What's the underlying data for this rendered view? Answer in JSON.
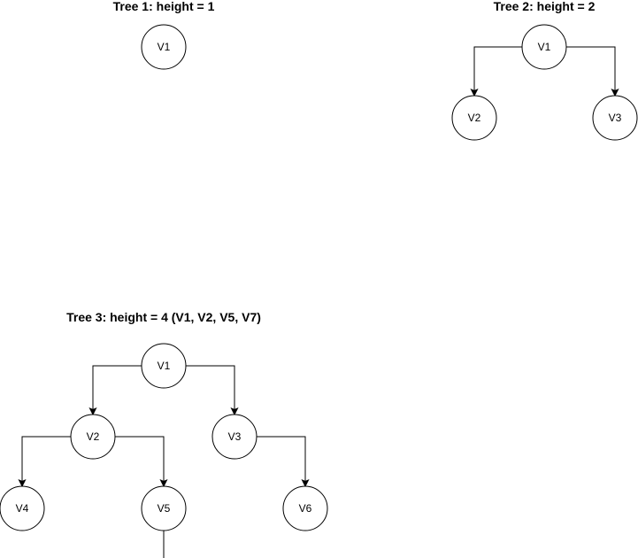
{
  "trees": [
    {
      "id": "tree1",
      "title": "Tree 1: height = 1",
      "nodes": [
        {
          "id": "t1-v1",
          "label": "V1"
        }
      ],
      "edges": []
    },
    {
      "id": "tree2",
      "title": "Tree 2: height = 2",
      "nodes": [
        {
          "id": "t2-v1",
          "label": "V1"
        },
        {
          "id": "t2-v2",
          "label": "V2"
        },
        {
          "id": "t2-v3",
          "label": "V3"
        }
      ],
      "edges": [
        {
          "from": "t2-v1",
          "to": "t2-v2"
        },
        {
          "from": "t2-v1",
          "to": "t2-v3"
        }
      ]
    },
    {
      "id": "tree3",
      "title": "Tree 3: height = 4 (V1, V2, V5, V7)",
      "nodes": [
        {
          "id": "t3-v1",
          "label": "V1"
        },
        {
          "id": "t3-v2",
          "label": "V2"
        },
        {
          "id": "t3-v3",
          "label": "V3"
        },
        {
          "id": "t3-v4",
          "label": "V4"
        },
        {
          "id": "t3-v5",
          "label": "V5"
        },
        {
          "id": "t3-v6",
          "label": "V6"
        }
      ],
      "edges": [
        {
          "from": "t3-v1",
          "to": "t3-v2"
        },
        {
          "from": "t3-v1",
          "to": "t3-v3"
        },
        {
          "from": "t3-v2",
          "to": "t3-v4"
        },
        {
          "from": "t3-v2",
          "to": "t3-v5"
        },
        {
          "from": "t3-v3",
          "to": "t3-v6"
        },
        {
          "from": "t3-v5",
          "to": "t3-v7-offscreen"
        }
      ]
    }
  ]
}
